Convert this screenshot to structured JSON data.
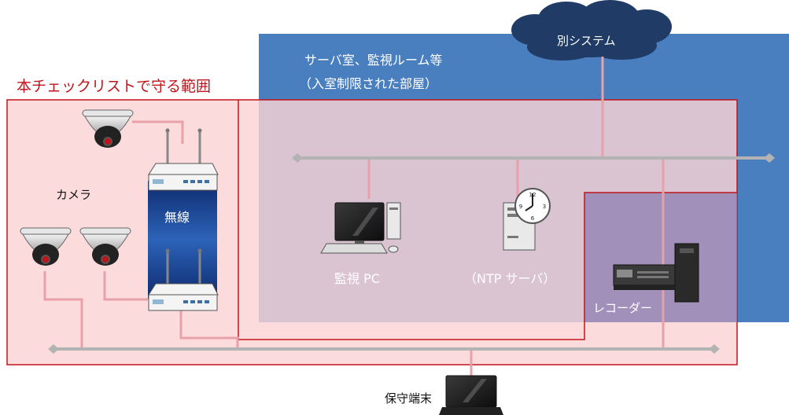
{
  "zones": {
    "server_room_line1": "サーバ室、監視ルーム等",
    "server_room_line2": "（入室制限された部屋）",
    "checklist_scope": "本チェックリストで守る範囲"
  },
  "nodes": {
    "other_system": "別システム",
    "camera": "カメラ",
    "wireless": "無線",
    "monitoring_pc": "監視 PC",
    "ntp_server": "（NTP サーバ）",
    "recorder": "レコーダー",
    "maintenance_terminal": "保守端末"
  },
  "colors": {
    "server_room_fill": "#4a7fbf",
    "scope_fill": "#fbd3d5",
    "scope_border": "#c0141c",
    "link_pink": "#e7a1a8",
    "bus_gray": "#b3b3b3",
    "title_red": "#c0141c"
  }
}
